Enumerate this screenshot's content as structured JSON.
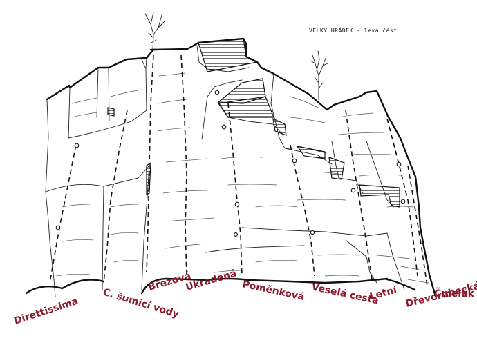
{
  "title": "VELKÝ HRÁDEK - levá část",
  "label_color": "#8b1a2e",
  "routes": [
    {
      "name": "Direttissima"
    },
    {
      "name": "C. šumící vody"
    },
    {
      "name": "Březová"
    },
    {
      "name": "Ukradená"
    },
    {
      "name": "Poměnková"
    },
    {
      "name": "Veselá cesta"
    },
    {
      "name": "Letní"
    },
    {
      "name": "Dřevorubecká"
    },
    {
      "name": "Čmelák"
    }
  ]
}
